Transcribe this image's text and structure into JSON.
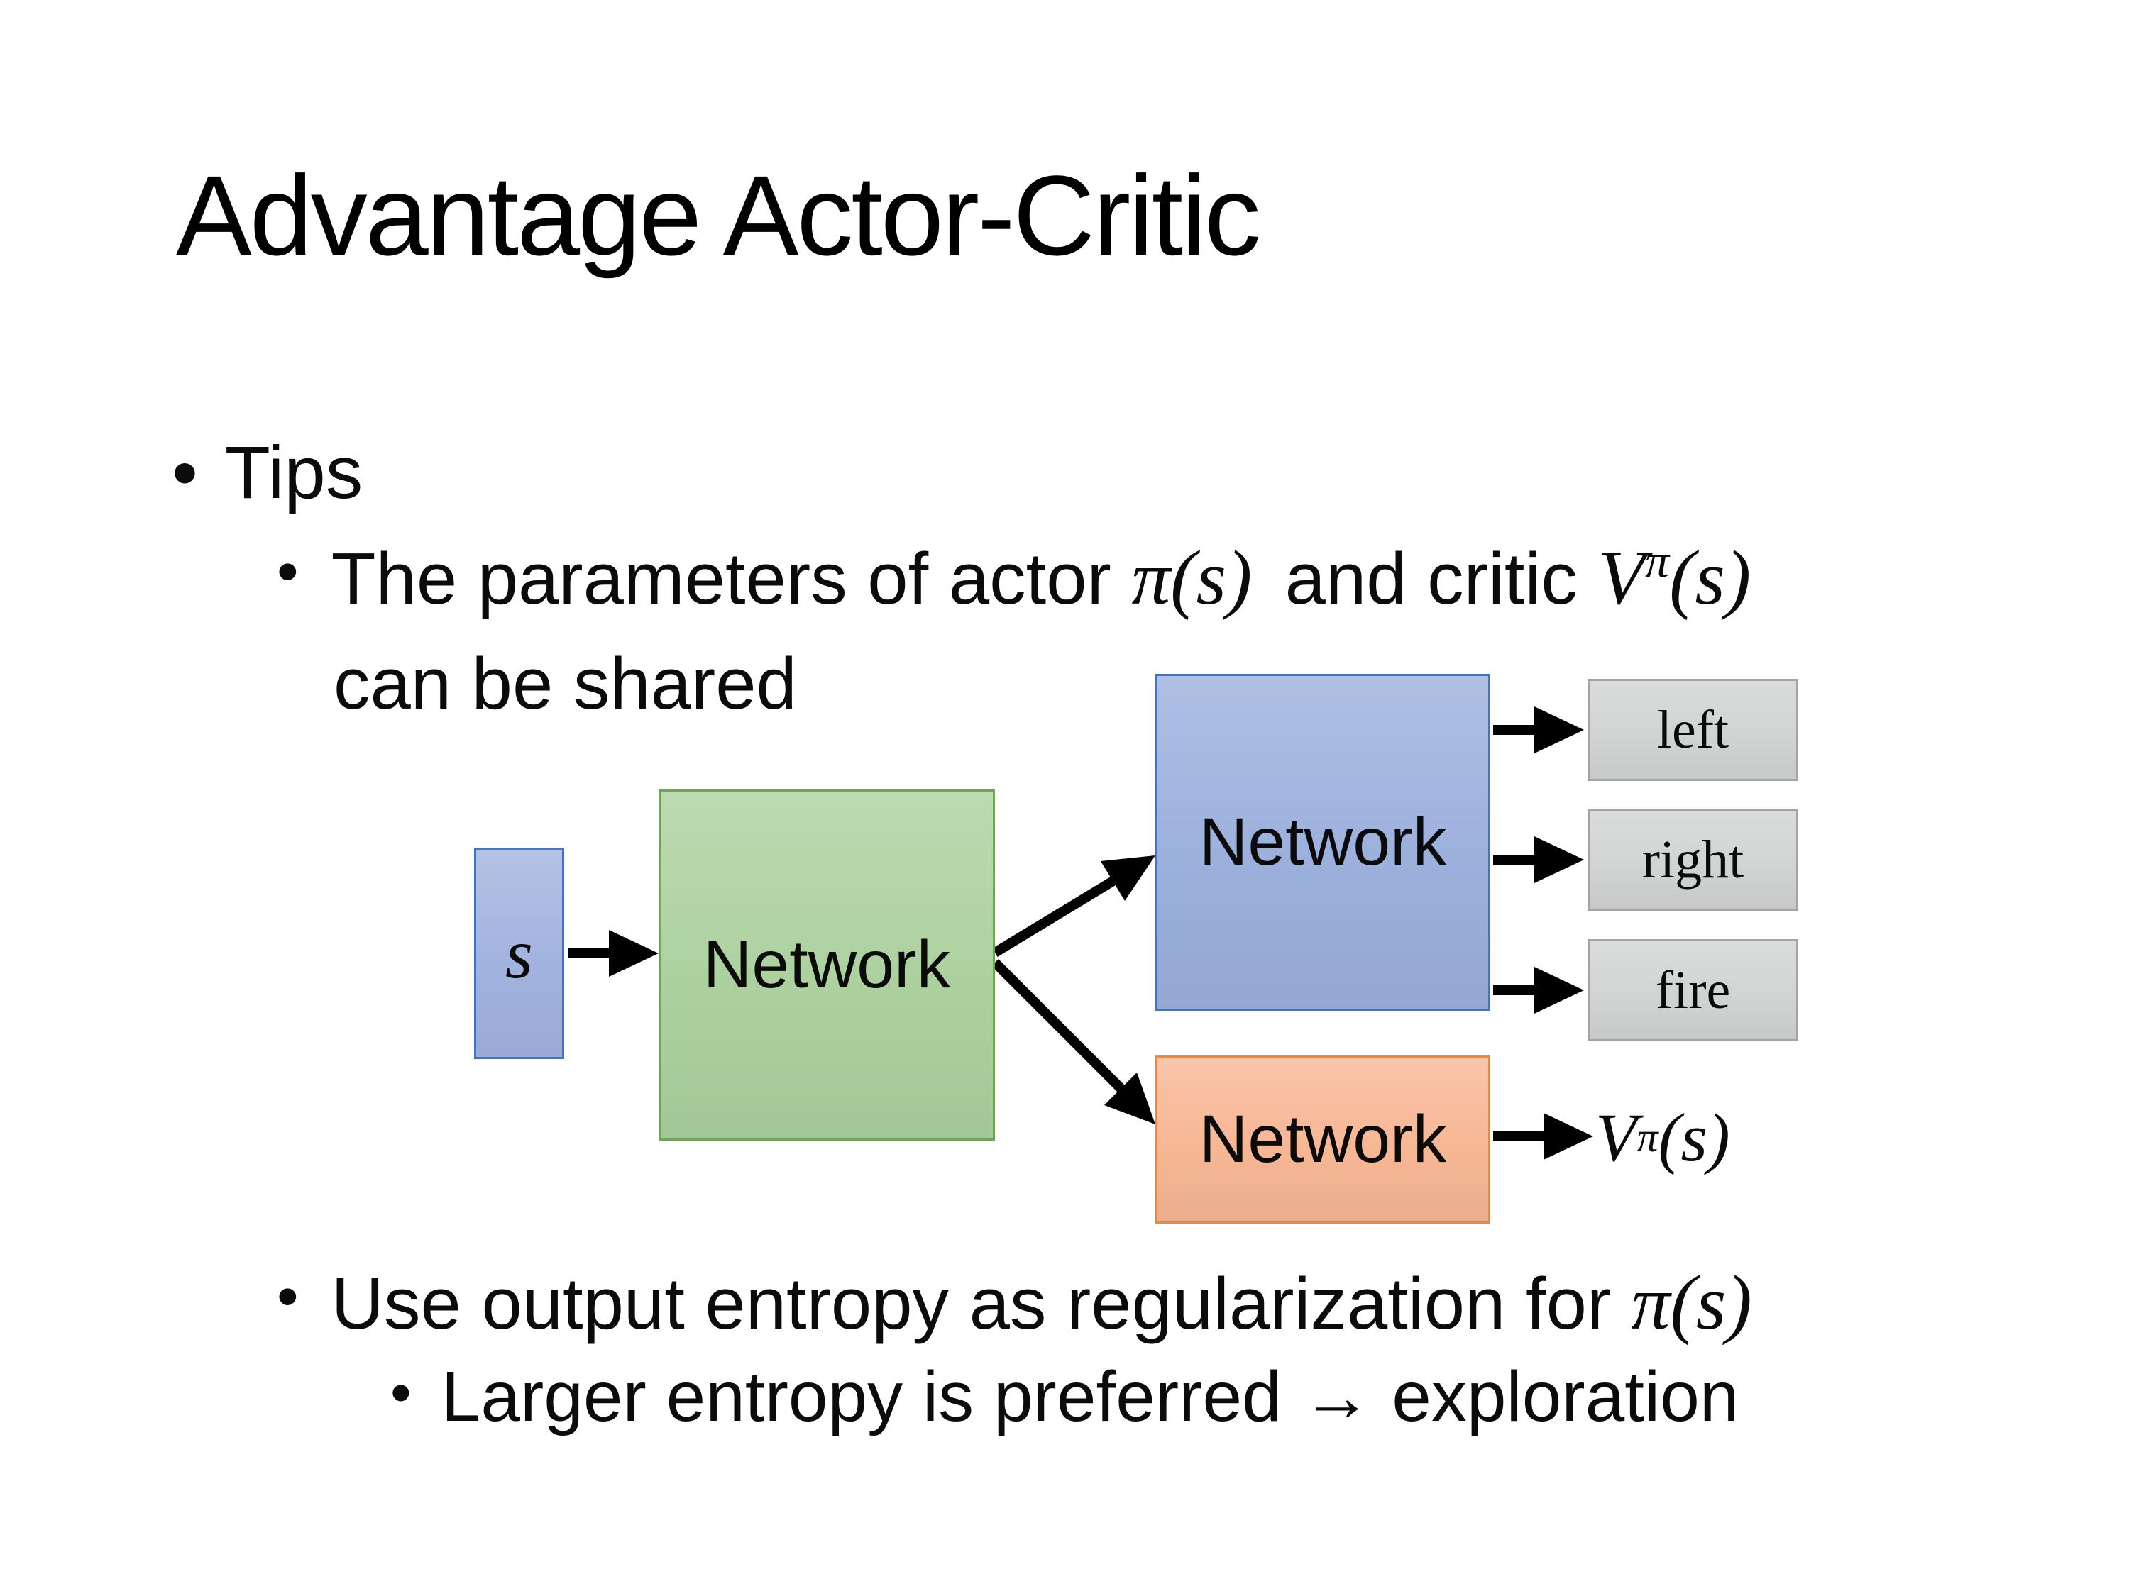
{
  "slide": {
    "title": "Advantage Actor-Critic",
    "bullet_char": "•",
    "bullets": {
      "tips_label": "Tips",
      "tip1_prefix": "The parameters of actor ",
      "tip1_math_actor": "π(s)",
      "tip1_mid": "and critic ",
      "tip1_value_base": "V",
      "tip1_value_sup": "π",
      "tip1_value_args": "(s)",
      "tip1_line2": "can be shared",
      "tip2_prefix": "Use output entropy as regularization for ",
      "tip2_math": "π(s)",
      "tip3_text": "Larger entropy is preferred → exploration"
    }
  },
  "diagram": {
    "state_label": "s",
    "shared_network_label": "Network",
    "actor_network_label": "Network",
    "critic_network_label": "Network",
    "actions": [
      "left",
      "right",
      "fire"
    ],
    "value_base": "V",
    "value_sup": "π",
    "value_args": "(s)",
    "colors": {
      "state_fill": "#a2b3df",
      "state_border": "#4472c4",
      "shared_fill": "#acd19e",
      "shared_border": "#6ca84f",
      "actor_fill": "#9bb0dc",
      "actor_border": "#4472c4",
      "critic_fill": "#f7b795",
      "critic_border": "#e8893f",
      "action_fill": "#d2d4d3",
      "action_border": "#a3a5a4",
      "arrow": "#000000"
    }
  }
}
